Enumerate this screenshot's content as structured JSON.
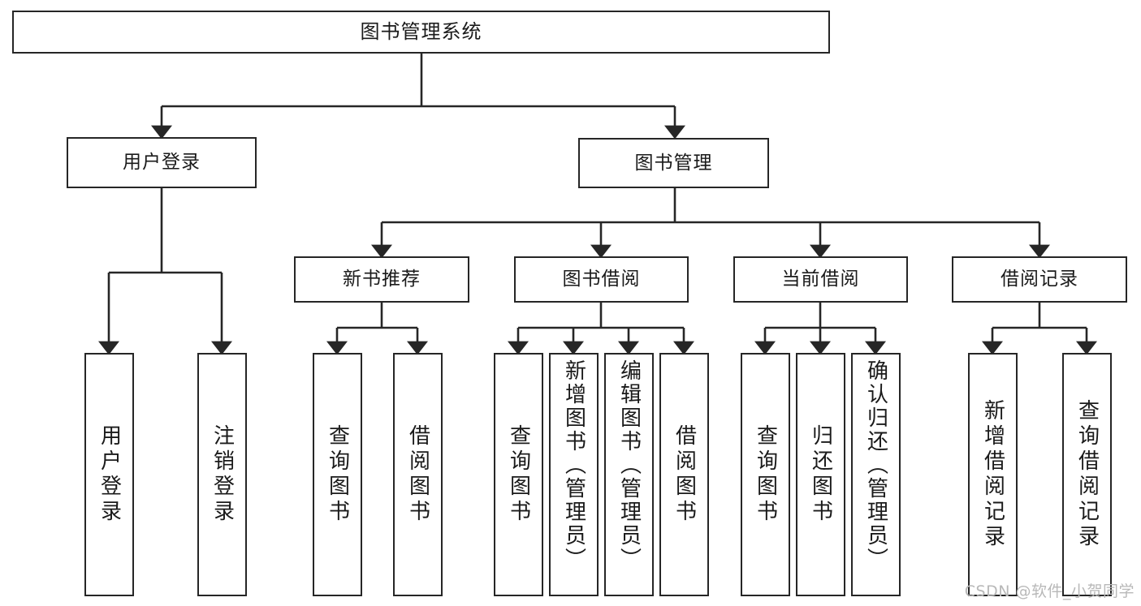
{
  "diagram": {
    "title": "图书管理系统",
    "watermark": "CSDN @软件_小贺同学",
    "levels": {
      "root": "图书管理系统",
      "level1": [
        "用户登录",
        "图书管理"
      ],
      "level2": [
        "新书推荐",
        "图书借阅",
        "当前借阅",
        "借阅记录"
      ]
    },
    "nodes": {
      "root": {
        "label": "图书管理系统"
      },
      "user_login": {
        "label": "用户登录"
      },
      "book_manage": {
        "label": "图书管理"
      },
      "new_book_rec": {
        "label": "新书推荐"
      },
      "book_borrow": {
        "label": "图书借阅"
      },
      "current_borrow": {
        "label": "当前借阅"
      },
      "borrow_record": {
        "label": "借阅记录"
      },
      "leaf_user_login": {
        "label": "用户登录"
      },
      "leaf_user_logout": {
        "label": "注销登录"
      },
      "leaf_query_book_1": {
        "label": "查询图书"
      },
      "leaf_borrow_book_1": {
        "label": "借阅图书"
      },
      "leaf_query_book_2": {
        "label": "查询图书"
      },
      "leaf_add_book": {
        "label": "新增图书（管理员）"
      },
      "leaf_edit_book": {
        "label": "编辑图书（管理员）"
      },
      "leaf_borrow_book_2": {
        "label": "借阅图书"
      },
      "leaf_query_book_3": {
        "label": "查询图书"
      },
      "leaf_return_book": {
        "label": "归还图书"
      },
      "leaf_confirm_return": {
        "label": "确认归还（管理员）"
      },
      "leaf_add_record": {
        "label": "新增借阅记录"
      },
      "leaf_query_record": {
        "label": "查询借阅记录"
      }
    },
    "colors": {
      "stroke": "#262626",
      "text": "#1a1a1a",
      "background": "#ffffff",
      "watermark": "#b8b8b8"
    }
  }
}
